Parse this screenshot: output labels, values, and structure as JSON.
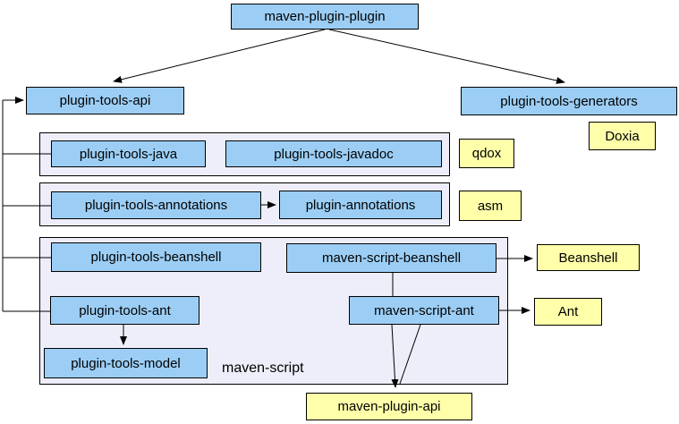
{
  "colors": {
    "node_blue": "#9ccef5",
    "node_yellow": "#ffffaa",
    "group_fill": "#eeeefa",
    "border": "#000000",
    "edge": "#000000",
    "background": "#ffffff"
  },
  "nodes": {
    "maven_plugin_plugin": {
      "label": "maven-plugin-plugin"
    },
    "plugin_tools_api": {
      "label": "plugin-tools-api"
    },
    "plugin_tools_generators": {
      "label": "plugin-tools-generators"
    },
    "doxia": {
      "label": "Doxia"
    },
    "plugin_tools_java": {
      "label": "plugin-tools-java"
    },
    "plugin_tools_javadoc": {
      "label": "plugin-tools-javadoc"
    },
    "qdox": {
      "label": "qdox"
    },
    "plugin_tools_annotations": {
      "label": "plugin-tools-annotations"
    },
    "plugin_annotations": {
      "label": "plugin-annotations"
    },
    "asm": {
      "label": "asm"
    },
    "plugin_tools_beanshell": {
      "label": "plugin-tools-beanshell"
    },
    "maven_script_beanshell": {
      "label": "maven-script-beanshell"
    },
    "beanshell": {
      "label": "Beanshell"
    },
    "plugin_tools_ant": {
      "label": "plugin-tools-ant"
    },
    "maven_script_ant": {
      "label": "maven-script-ant"
    },
    "ant": {
      "label": "Ant"
    },
    "plugin_tools_model": {
      "label": "plugin-tools-model"
    },
    "maven_plugin_api": {
      "label": "maven-plugin-api"
    }
  },
  "groups": {
    "maven_script": {
      "label": "maven-script"
    }
  },
  "edges": [
    {
      "from": "maven-plugin-plugin",
      "to": "plugin-tools-api"
    },
    {
      "from": "maven-plugin-plugin",
      "to": "plugin-tools-generators"
    },
    {
      "from": "plugin-tools-java",
      "to": "plugin-tools-api"
    },
    {
      "from": "plugin-tools-annotations",
      "to": "plugin-tools-api"
    },
    {
      "from": "plugin-tools-beanshell",
      "to": "plugin-tools-api"
    },
    {
      "from": "plugin-tools-ant",
      "to": "plugin-tools-api"
    },
    {
      "from": "plugin-tools-annotations",
      "to": "plugin-annotations"
    },
    {
      "from": "plugin-tools-ant",
      "to": "plugin-tools-model"
    },
    {
      "from": "maven-script-beanshell",
      "to": "Beanshell"
    },
    {
      "from": "maven-script-ant",
      "to": "Ant"
    },
    {
      "from": "maven-script-beanshell",
      "to": "maven-script-ant"
    },
    {
      "from": "maven-script-beanshell",
      "to": "maven-plugin-api"
    },
    {
      "from": "maven-script-ant",
      "to": "maven-plugin-api"
    }
  ]
}
